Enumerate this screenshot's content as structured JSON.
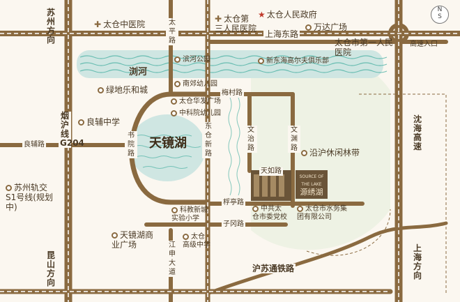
{
  "colors": {
    "road": "#8a6a40",
    "road_center": "#ffffff",
    "water": "#cfe6e2",
    "wave": "#4fb3a6",
    "park": "#eef2e4",
    "project": "#6a5438"
  },
  "direction_labels": {
    "suzhou": "苏州方向",
    "kunshan": "昆山方向",
    "shanghai": "上海方向",
    "highway_entrance": "高速入口"
  },
  "compass": {
    "north": "N",
    "south": "S"
  },
  "roads": {
    "yanhu_g204": "烟沪线G204",
    "shenhai": "沈海高速",
    "shanghai_east": "上海东路",
    "taiping": "太平路",
    "meicun": "梅村路",
    "dongcang_new": "东仓新路",
    "shuyuan": "书院路",
    "liangfu": "良辅路",
    "wenzhi": "文治路",
    "wenyuan": "文渊路",
    "tianru": "天如路",
    "futing": "桴亭路",
    "zigang": "子冈路",
    "jiangshen": "江申大道",
    "husu_rail": "沪苏通铁路",
    "liuhe": "浏河"
  },
  "pois": {
    "tcm_hospital": "太仓中医院",
    "third_hospital": "太仓第三人民医院",
    "government": "太仓人民政府",
    "wanda": "万达广场",
    "first_hospital": "太仓市第一人民医院",
    "binhe_park": "滨河公园",
    "golf_club": "新东海高尔夫俱乐部",
    "nanjiao_kindergarten": "南郊幼儿园",
    "greenland": "绿地乐和城",
    "huafa_plaza": "太仓华发广场",
    "zhongke_kindergarten": "中科院幼儿园",
    "liangfu_school": "良辅中学",
    "tianjing_lake": "天镜湖",
    "leisure_belt": "沿沪休闲林带",
    "metro_s1": "苏州轨交S1号线",
    "metro_s1_note": "(规划中)",
    "party_school": "中共太仓市委党校",
    "water_group": "太仓市水务集团有限公司",
    "kejiao_school": "科教新城实验小学",
    "tianjing_commercial": "天镜湖商业广场",
    "taicang_high": "太仓高级中学"
  },
  "project": {
    "name": "源绣湖",
    "subtitle": "SOURCE OF THE LAKE"
  }
}
